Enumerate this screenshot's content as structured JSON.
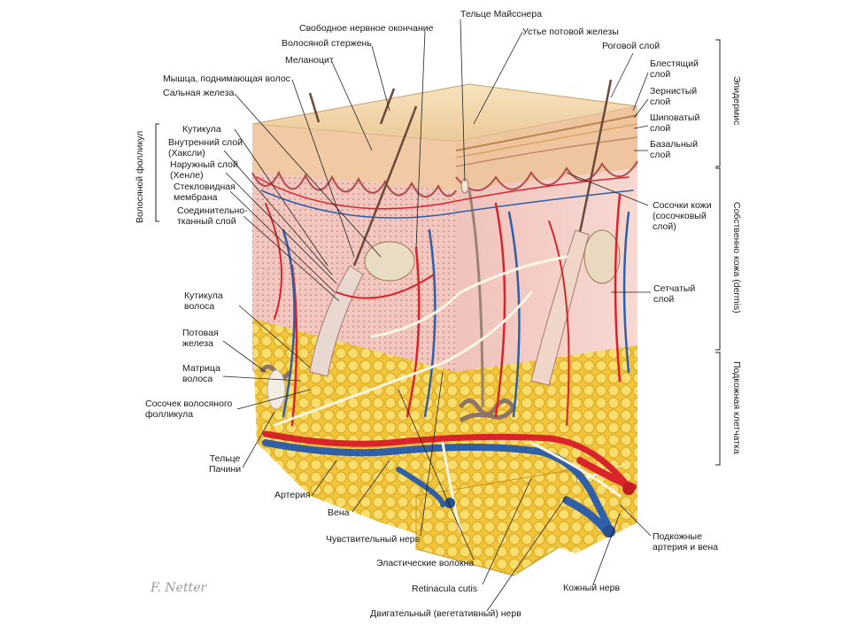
{
  "labels": {
    "free_nerve_ending": "Свободное нервное окончание",
    "meissner": "Тельце Майсснера",
    "hair_shaft": "Волосяной стержень",
    "sweat_pore": "Устье потовой железы",
    "melanocyte": "Меланоцит",
    "arrector_muscle": "Мышца, поднимающая волос",
    "sebaceous": "Сальная железа",
    "cuticle": "Кутикула",
    "inner_sheath": "Внутренний слой\n(Хаксли)",
    "outer_sheath": "Наружный слой\n(Хенле)",
    "glassy_membrane": "Стекловидная\nмембрана",
    "connective_layer": "Соединительно-\nтканный слой",
    "hair_cuticle": "Кутикула\nволоса",
    "sweat_gland": "Потовая\nжелеза",
    "hair_matrix": "Матрица\nволоса",
    "follicle_papilla": "Сосочек волосяного\nфолликула",
    "pacini": "Тельце\nПачини",
    "artery": "Артерия",
    "vein": "Вена",
    "sensory_nerve": "Чувствительный нерв",
    "elastic_fibers": "Эластические волокна",
    "retinacula": "Retinacula cutis",
    "motor_nerve": "Двигательный (вегетативный) нерв",
    "cutaneous_nerve": "Кожный нерв",
    "subcut_vessels": "Подкожные\nартерия и вена",
    "stratum_corneum": "Роговой слой",
    "stratum_lucidum": "Блестящий\nслой",
    "stratum_granulosum": "Зернистый\nслой",
    "stratum_spinosum": "Шиповатый\nслой",
    "stratum_basale": "Базальный\nслой",
    "dermal_papillae": "Сосочки кожи\n(сосочковый\nслой)",
    "reticular_layer": "Сетчатый\nслой"
  },
  "side_labels": {
    "epidermis": "Эпидермис",
    "dermis": "Собственно кожа (dermis)",
    "subcutis": "Подкожная клетчатка",
    "hair_follicle": "Волосяной фолликул"
  },
  "colors": {
    "epidermis": "#f3d9b0",
    "dermis": "#f2c9c2",
    "fat": "#f5d24a",
    "artery": "#d8242a",
    "vein": "#2f5fa6",
    "nerve": "#fbf6e6"
  },
  "signature": "F. Netter"
}
